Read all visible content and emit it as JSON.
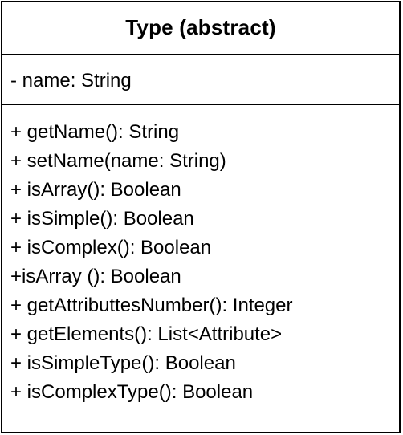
{
  "class": {
    "title": "Type (abstract)",
    "attributes": [
      "- name: String"
    ],
    "operations": [
      "+ getName(): String",
      "+ setName(name: String)",
      "+ isArray(): Boolean",
      "+ isSimple(): Boolean",
      "+ isComplex(): Boolean",
      "+isArray (): Boolean",
      "+ getAttributtesNumber(): Integer",
      "+ getElements(): List<Attribute>",
      "+ isSimpleType(): Boolean",
      "+ isComplexType(): Boolean"
    ]
  }
}
